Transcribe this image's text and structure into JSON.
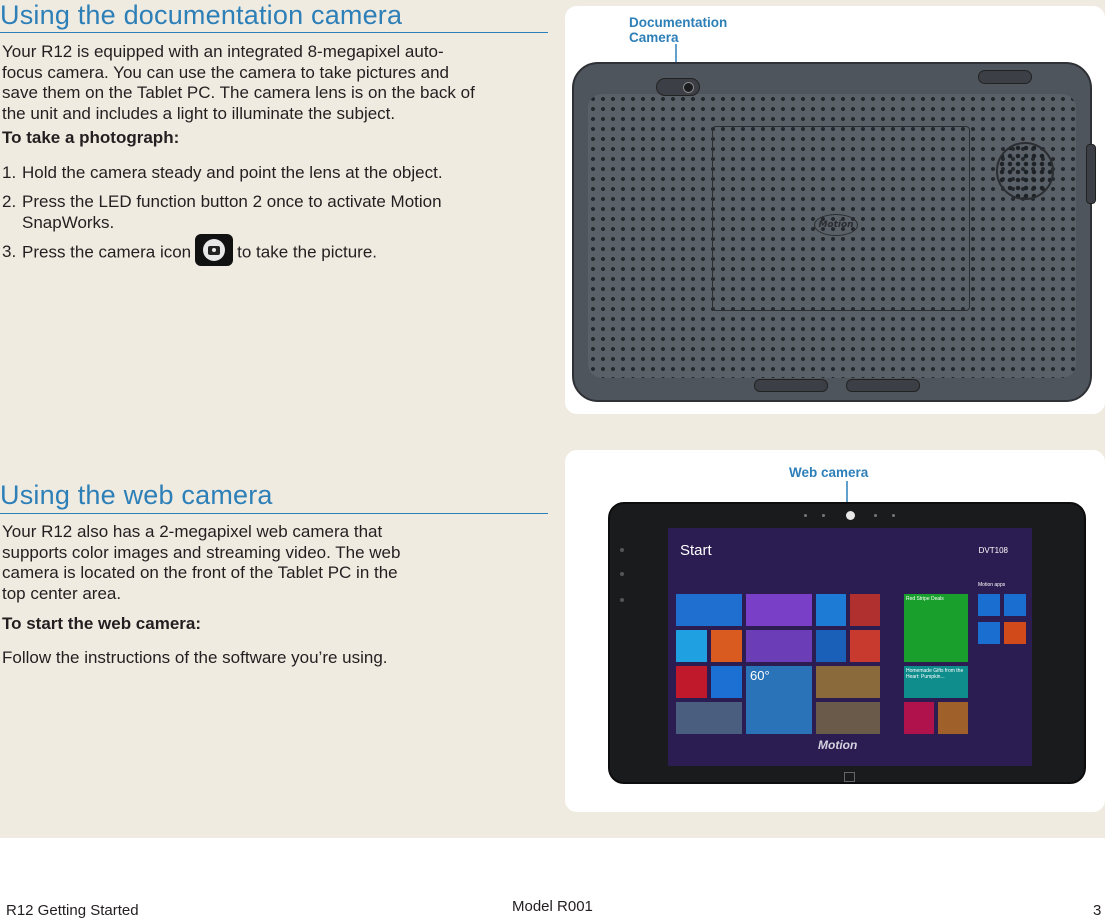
{
  "section1": {
    "title": "Using the documentation camera",
    "body_lines": [
      "Your R12 is equipped with an integrated 8-megapixel auto-",
      "focus camera. You can use the camera to take pictures and",
      "save them on the Tablet PC. The camera lens is on the back of",
      "the unit and includes a light to illuminate the subject."
    ],
    "subheading": "To take a photograph:",
    "steps": [
      {
        "num": "1.",
        "text": "Hold the camera steady and point the lens at the object."
      },
      {
        "num": "2.",
        "text": "Press the LED function button 2 once to activate Motion",
        "cont": "SnapWorks."
      },
      {
        "num": "3.",
        "text_before": "Press the camera icon",
        "text_after": "to take the picture."
      }
    ],
    "callout_line1": "Documentation",
    "callout_line2": "Camera",
    "tablet_logo": "Motion"
  },
  "section2": {
    "title": "Using the web camera",
    "body_lines": [
      "Your R12 also has a 2-megapixel web camera that",
      "supports color images and streaming video. The web",
      "camera is located on the front of the Tablet PC in the",
      "top center area."
    ],
    "subheading": "To start the web camera:",
    "instruction": "Follow the instructions of the software you’re using.",
    "callout": "Web camera",
    "screen": {
      "start_label": "Start",
      "user_label": "DVT108",
      "motion_apps_label": "Motion apps",
      "temperature": "60°",
      "tile_red_stripe": "Red Stripe Deals",
      "tile_homemade": "Homemade Gifts from the Heart: Pumpkin...",
      "brand": "Motion"
    }
  },
  "footer": {
    "left": "R12 Getting Started",
    "center": "Model R001",
    "page": "3"
  },
  "colors": {
    "accent": "#2d7fb8",
    "panel_bg": "#f0ebe1",
    "text": "#231f20"
  }
}
